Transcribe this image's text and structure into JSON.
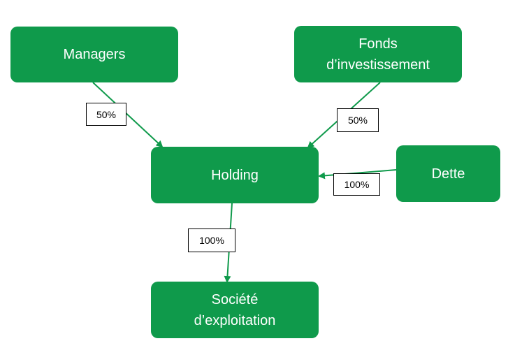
{
  "nodes": {
    "managers": "Managers",
    "fonds": {
      "line1": "Fonds",
      "line2": "d’investissement"
    },
    "holding": "Holding",
    "dette": "Dette",
    "societe": {
      "line1": "Société",
      "line2": "d’exploitation"
    }
  },
  "edges": {
    "managers_to_holding": "50%",
    "fonds_to_holding": "50%",
    "dette_to_holding": "100%",
    "holding_to_societe": "100%"
  },
  "colors": {
    "node_fill": "#0f9a4b",
    "arrow": "#0f9a4b",
    "node_text": "#ffffff",
    "label_border": "#000000"
  }
}
